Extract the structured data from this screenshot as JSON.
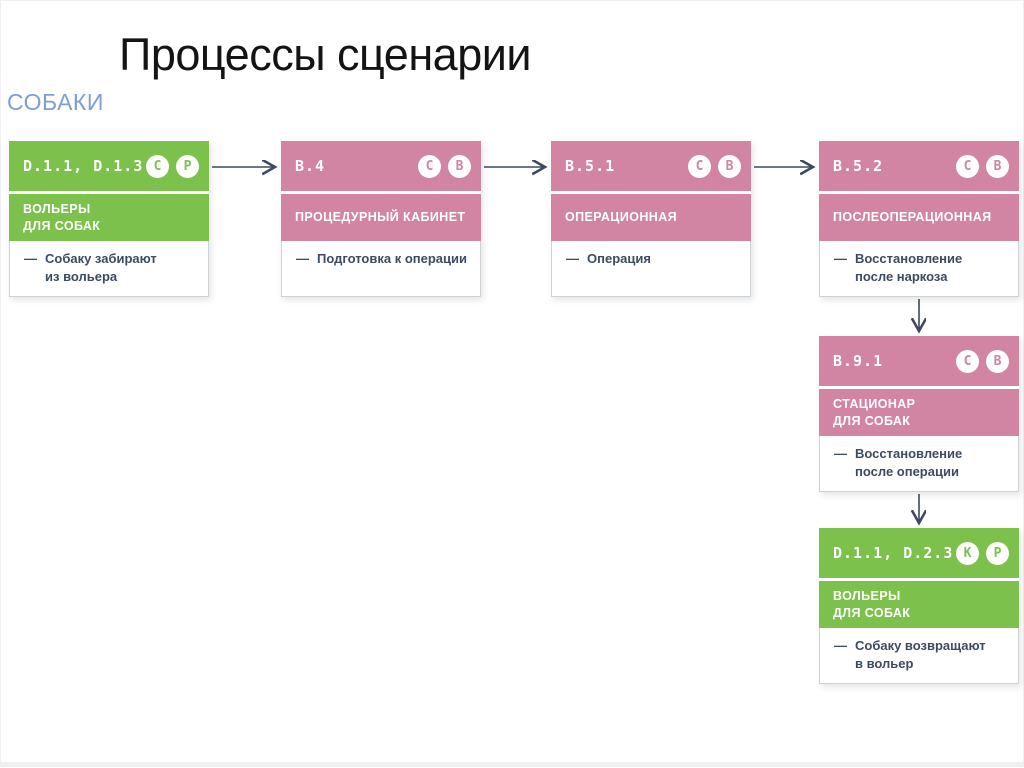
{
  "slide": {
    "title": "Процессы сценарии",
    "section_label": "СОБАКИ"
  },
  "bullet_char": "—",
  "colors": {
    "green": "#7cc14b",
    "pink": "#d284a3",
    "arrow": "#3b4a5c",
    "body_text": "#3b4c60",
    "section_label_blue": "#7e9fd4"
  },
  "cards": [
    {
      "variant": "green",
      "code": "D.1.1, D.1.3",
      "badges": [
        "C",
        "P"
      ],
      "location": "ВОЛЬЕРЫ\nДЛЯ СОБАК",
      "note": "Собаку забирают\nиз вольера"
    },
    {
      "variant": "pink",
      "code": "B.4",
      "badges": [
        "C",
        "B"
      ],
      "location": "ПРОЦЕДУРНЫЙ КАБИНЕТ",
      "note": "Подготовка к операции"
    },
    {
      "variant": "pink",
      "code": "B.5.1",
      "badges": [
        "C",
        "B"
      ],
      "location": "ОПЕРАЦИОННАЯ",
      "note": "Операция"
    },
    {
      "variant": "pink",
      "code": "B.5.2",
      "badges": [
        "C",
        "B"
      ],
      "location": "ПОСЛЕОПЕРАЦИОННАЯ",
      "note": "Восстановление\nпосле наркоза"
    },
    {
      "variant": "pink",
      "code": "B.9.1",
      "badges": [
        "C",
        "B"
      ],
      "location": "СТАЦИОНАР\nДЛЯ СОБАК",
      "note": "Восстановление\nпосле операции"
    },
    {
      "variant": "green",
      "code": "D.1.1, D.2.3",
      "badges": [
        "K",
        "P"
      ],
      "location": "ВОЛЬЕРЫ\nДЛЯ СОБАК",
      "note": "Собаку возвращают\nв вольер"
    }
  ]
}
